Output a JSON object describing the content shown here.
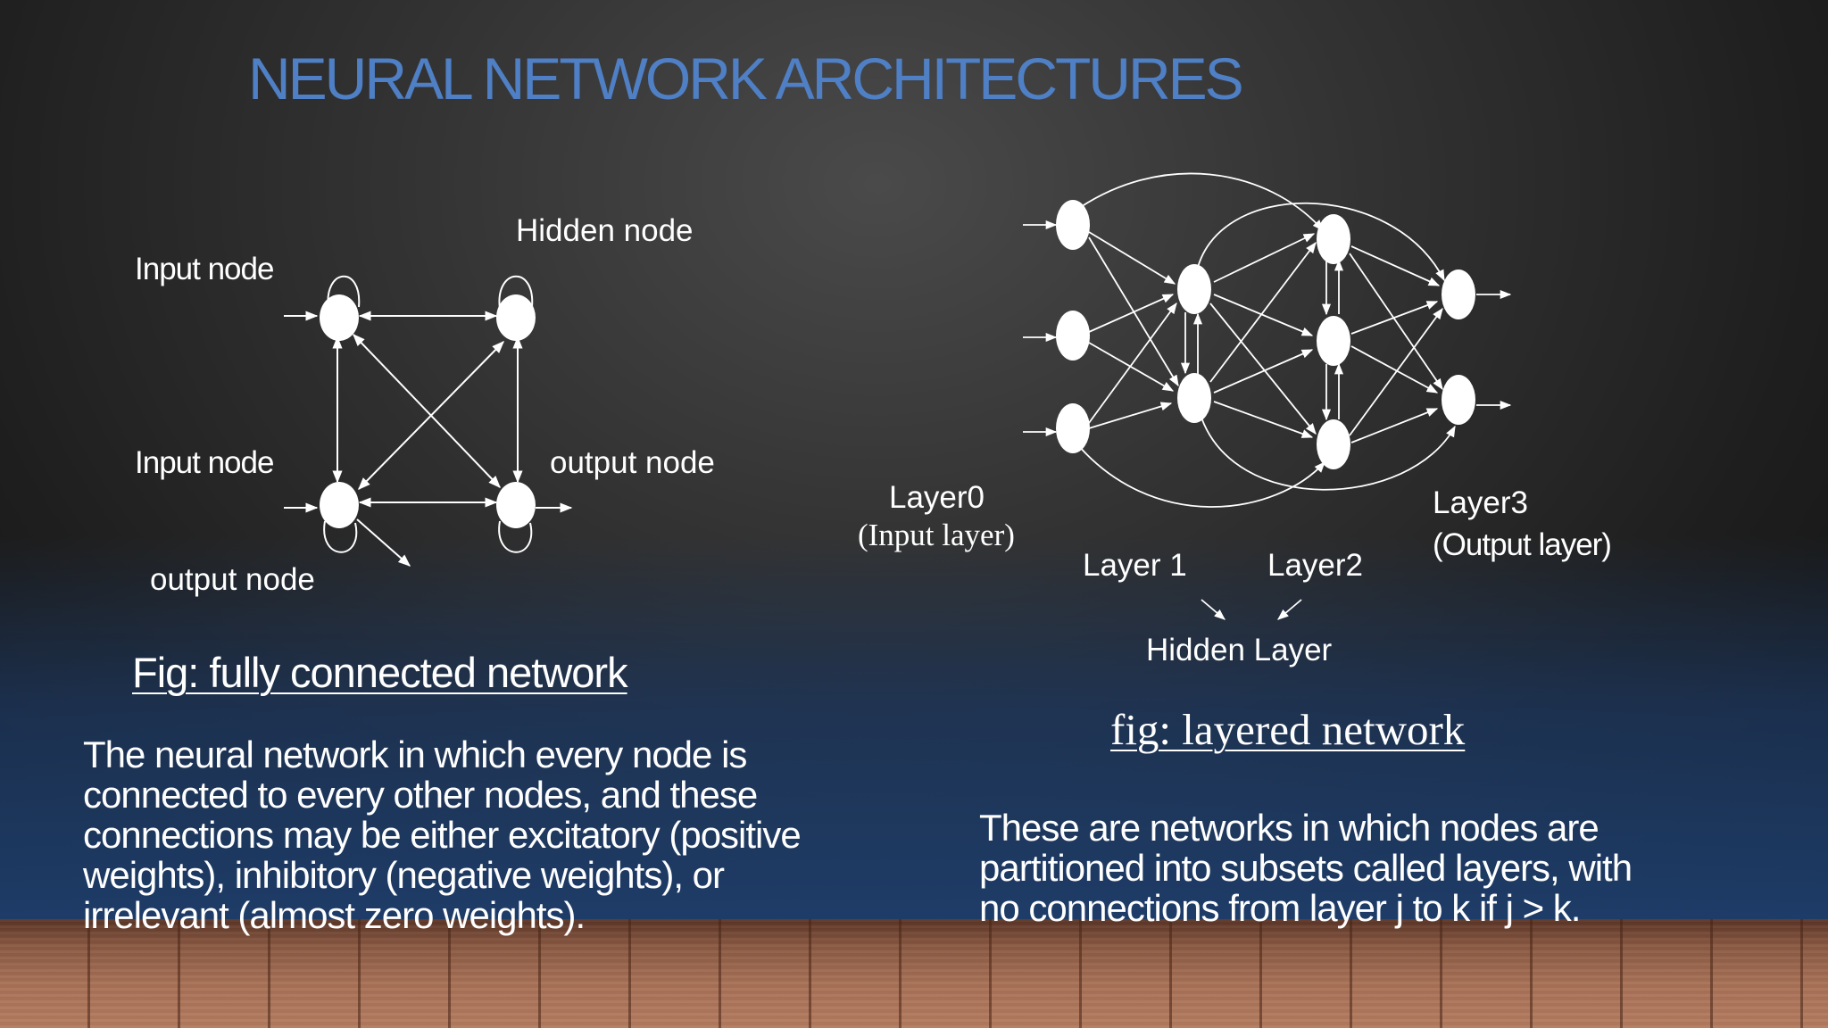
{
  "slide": {
    "title": "NEURAL NETWORK ARCHITECTURES",
    "colors": {
      "title": "#4f7fc4",
      "text": "#ffffff",
      "background": "#2b2b2b"
    }
  },
  "fully_connected": {
    "labels": {
      "input_top": "Input node",
      "hidden": "Hidden  node",
      "input_bottom": "Input node",
      "output_right": "output  node",
      "output_bottom": "output  node"
    },
    "caption": "Fig: fully  connected network",
    "description": "The neural network in which every node is\nconnected to every other nodes, and  these\nconnections may be either  excitatory (positive\nweights), inhibitory  (negative weights), or\nirrelevant (almost  zero weights)."
  },
  "layered": {
    "labels": {
      "layer0": "Layer0",
      "layer0_sub": "(Input layer)",
      "layer1": "Layer 1",
      "layer2": "Layer2",
      "layer3": "Layer3",
      "layer3_sub": "(Output layer)",
      "hidden_layer": "Hidden Layer"
    },
    "caption": "fig: layered network",
    "description": "These are networks in which nodes are\npartitioned into subsets called layers, with\nno connections from layer j to k if j > k."
  }
}
